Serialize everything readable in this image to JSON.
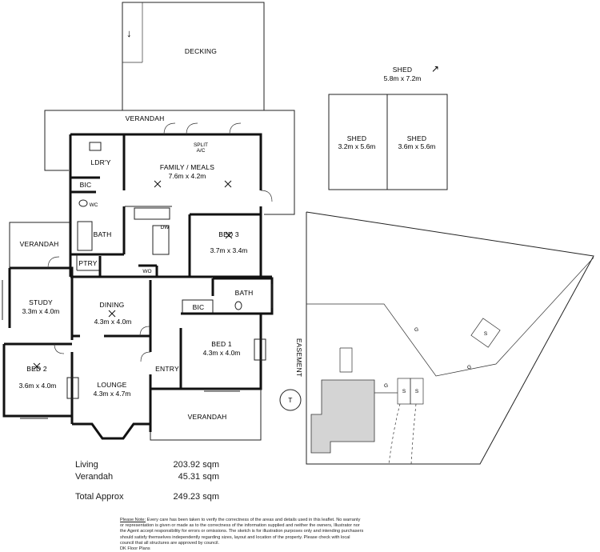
{
  "rooms": {
    "decking": {
      "name": "DECKING"
    },
    "verandah_rear": {
      "name": "VERANDAH"
    },
    "family_meals": {
      "name": "FAMILY / MEALS",
      "dims": "7.6m x 4.2m"
    },
    "split_ac": {
      "line1": "SPLIT",
      "line2": "A/C"
    },
    "laundry": {
      "name": "LDR'Y"
    },
    "bic_top": {
      "name": "BIC"
    },
    "wc": {
      "name": "WC"
    },
    "bath_left": {
      "name": "BATH"
    },
    "dw": {
      "name": "DW"
    },
    "ptry": {
      "name": "PTRY"
    },
    "wo": {
      "name": "WO"
    },
    "bed3": {
      "name": "BED 3",
      "dims": "3.7m x 3.4m"
    },
    "verandah_left": {
      "name": "VERANDAH"
    },
    "study": {
      "name": "STUDY",
      "dims": "3.3m x 4.0m"
    },
    "dining": {
      "name": "DINING",
      "dims": "4.3m x 4.0m"
    },
    "bath_right": {
      "name": "BATH"
    },
    "bic_mid": {
      "name": "BIC"
    },
    "bed1": {
      "name": "BED 1",
      "dims": "4.3m x 4.0m"
    },
    "bed2": {
      "name": "BED 2",
      "dims": "3.6m x 4.0m"
    },
    "lounge": {
      "name": "LOUNGE",
      "dims": "4.3m x 4.7m"
    },
    "entry": {
      "name": "ENTRY"
    },
    "verandah_front": {
      "name": "VERANDAH"
    }
  },
  "sheds": {
    "title": "SHED",
    "title_dims": "5.8m x 7.2m",
    "left": {
      "name": "SHED",
      "dims": "3.2m x 5.6m"
    },
    "right": {
      "name": "SHED",
      "dims": "3.6m x 5.6m"
    }
  },
  "site": {
    "easement": "EASEMENT",
    "t_marker": "T",
    "g_labels": [
      "G",
      "G",
      "G"
    ],
    "s_labels": [
      "S",
      "S",
      "S"
    ]
  },
  "areas": {
    "living": {
      "label": "Living",
      "value": "203.92 sqm"
    },
    "verandah": {
      "label": "Verandah",
      "value": "45.31 sqm"
    },
    "total": {
      "label": "Total Approx",
      "value": "249.23 sqm"
    }
  },
  "note": {
    "heading": "Please Note:",
    "text": "Every care has been taken to verify the correctness of the areas and details used in this leaflet. No warranty or representation is given or made as to the correctness of the information supplied and neither the owners, Illustrator nor the Agent accept responsibility for errors or omissions. The sketch is for illustration purposes only and intending purchasers should satisfy themselves independently regarding sizes, layout and location of the property. Please check with local council that all structures are approved by council.",
    "credit": "DK Floor Plans"
  },
  "colors": {
    "wall": "#111111",
    "house_fill": "#d4d4d4"
  }
}
